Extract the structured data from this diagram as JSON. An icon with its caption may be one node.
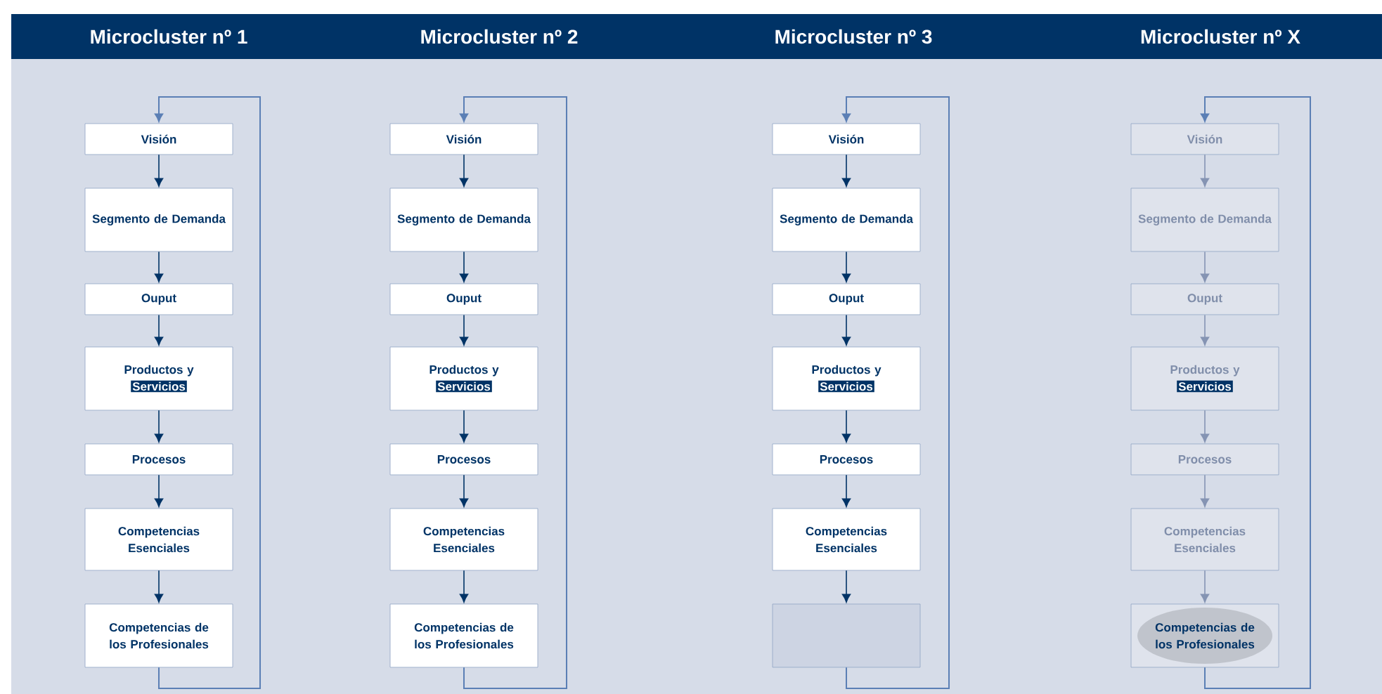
{
  "diagram": {
    "nodes": [
      {
        "text": [
          "Microcluster nº 1"
        ]
      },
      {
        "text": [
          "Visión"
        ]
      },
      {
        "text": [
          "Segmento de Demanda"
        ]
      },
      {
        "text": [
          "Ouput"
        ]
      },
      {
        "text": [
          "Productos y",
          "Servicios"
        ]
      },
      {
        "text": [
          "Procesos"
        ]
      },
      {
        "text": [
          "Competencias Esenciales"
        ]
      },
      {
        "text": [
          "Competencias de los Profesionales"
        ]
      },
      {
        "text": [
          "Microcluster nº 2"
        ]
      },
      {
        "text": [
          "Visión"
        ]
      },
      {
        "text": [
          "Segmento de Demanda"
        ]
      },
      {
        "text": [
          "Ouput"
        ]
      },
      {
        "text": [
          "Productos y",
          "Servicios"
        ]
      },
      {
        "text": [
          "Procesos"
        ]
      },
      {
        "text": [
          "Competencias Esenciales"
        ]
      },
      {
        "text": [
          "Competencias de los Profesionales"
        ]
      },
      {
        "text": [
          "Microcluster nº 3"
        ]
      },
      {
        "text": [
          "Visión"
        ]
      },
      {
        "text": [
          "Segmento de Demanda"
        ]
      },
      {
        "text": [
          "Ouput"
        ]
      },
      {
        "text": [
          "Productos y",
          "Servicios"
        ]
      },
      {
        "text": [
          "Procesos"
        ]
      },
      {
        "text": [
          "Competencias Esenciales"
        ]
      },
      {
        "text": [],
        "shape": "box"
      },
      {
        "text": [
          "Microcluster nº X"
        ]
      },
      {
        "text": [
          "Visión"
        ]
      },
      {
        "text": [
          "Segmento de Demanda"
        ]
      },
      {
        "text": [
          "Ouput"
        ]
      },
      {
        "text": [
          "Productos y",
          "Servicios"
        ]
      },
      {
        "text": [
          "Procesos"
        ]
      },
      {
        "text": [
          "Competencias Esenciales"
        ]
      },
      {
        "text": [
          "Competencias de los Profesionales"
        ]
      }
    ],
    "edges": [
      {
        "from": 1,
        "to": 2,
        "arrow": "to"
      },
      {
        "from": 2,
        "to": 3,
        "arrow": "to"
      },
      {
        "from": 3,
        "to": 4,
        "arrow": "to"
      },
      {
        "from": 4,
        "to": 5,
        "arrow": "to"
      },
      {
        "from": 5,
        "to": 6,
        "arrow": "to"
      },
      {
        "from": 6,
        "to": 7,
        "arrow": "to"
      },
      {
        "from": 7,
        "to": 1,
        "arrow": "to",
        "color": "#5b7fb5"
      },
      {
        "from": 9,
        "to": 10,
        "arrow": "to"
      },
      {
        "from": 10,
        "to": 11,
        "arrow": "to"
      },
      {
        "from": 11,
        "to": 12,
        "arrow": "to"
      },
      {
        "from": 12,
        "to": 13,
        "arrow": "to"
      },
      {
        "from": 13,
        "to": 14,
        "arrow": "to"
      },
      {
        "from": 14,
        "to": 15,
        "arrow": "to"
      },
      {
        "from": 15,
        "to": 9,
        "arrow": "to",
        "color": "#5b7fb5"
      },
      {
        "from": 17,
        "to": 18,
        "arrow": "to"
      },
      {
        "from": 18,
        "to": 19,
        "arrow": "to"
      },
      {
        "from": 19,
        "to": 20,
        "arrow": "to"
      },
      {
        "from": 20,
        "to": 21,
        "arrow": "to"
      },
      {
        "from": 21,
        "to": 22,
        "arrow": "to"
      },
      {
        "from": 22,
        "to": 23,
        "arrow": "to"
      },
      {
        "from": 23,
        "to": 17,
        "arrow": "to",
        "color": "#5b7fb5"
      },
      {
        "from": 25,
        "to": 26,
        "arrow": "to",
        "color": "#8594b3"
      },
      {
        "from": 26,
        "to": 27,
        "arrow": "to",
        "color": "#8594b3"
      },
      {
        "from": 27,
        "to": 28,
        "arrow": "to",
        "color": "#8594b3"
      },
      {
        "from": 28,
        "to": 29,
        "arrow": "to",
        "color": "#8594b3"
      },
      {
        "from": 29,
        "to": 30,
        "arrow": "to",
        "color": "#8594b3"
      },
      {
        "from": 30,
        "to": 31,
        "arrow": "to",
        "color": "#8594b3"
      },
      {
        "from": 31,
        "to": 25,
        "arrow": "to",
        "color": "#5b7fb5"
      }
    ]
  }
}
